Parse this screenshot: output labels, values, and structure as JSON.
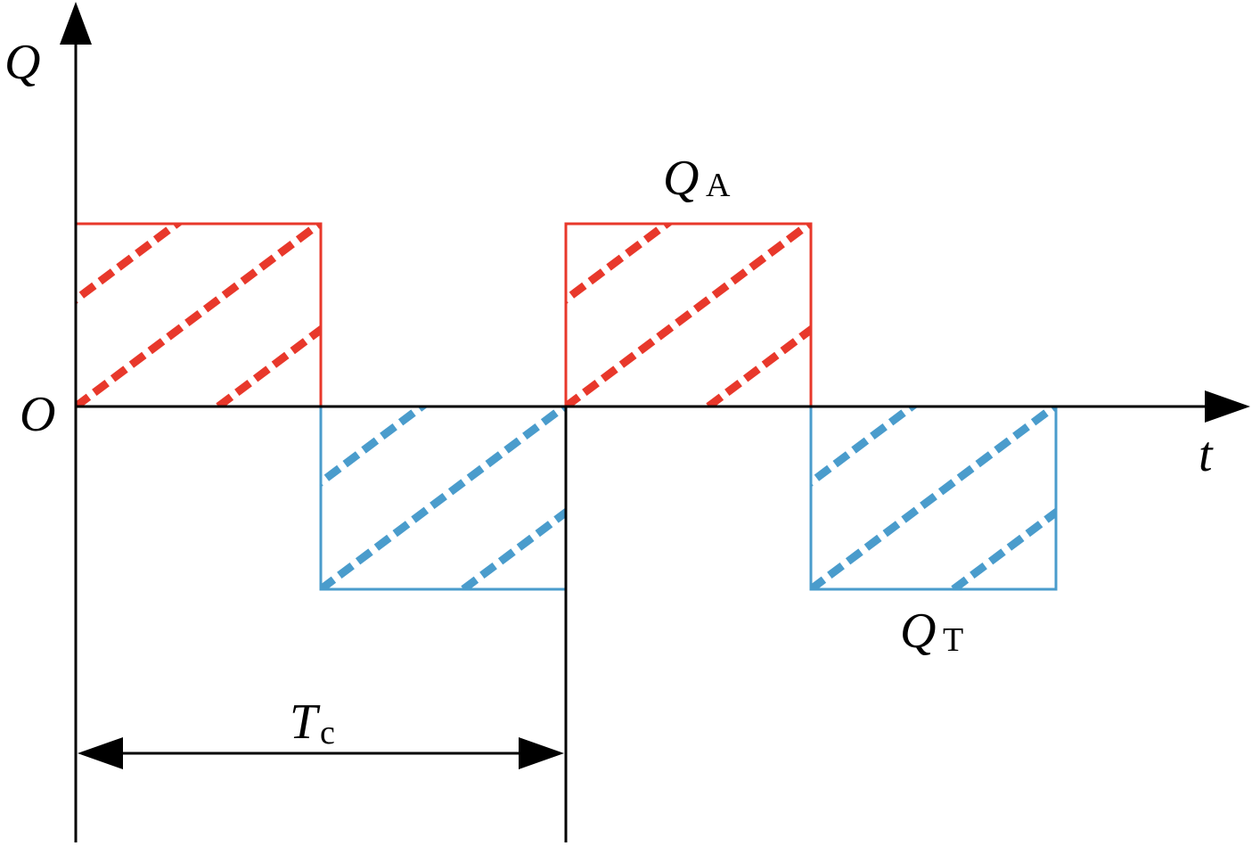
{
  "axes": {
    "y_label": "Q",
    "x_label": "t",
    "origin_label": "O"
  },
  "labels": {
    "qa_main": "Q",
    "qa_sub": "A",
    "qt_main": "Q",
    "qt_sub": "T",
    "tc_main": "T",
    "tc_sub": "c"
  },
  "colors": {
    "positive": "#e8382b",
    "negative": "#4a9ccc",
    "axis": "#000000"
  },
  "waveform": {
    "description_free": true,
    "segments": [
      {
        "name": "QA",
        "sign": "positive",
        "start": 0,
        "end": 1
      },
      {
        "name": "QT",
        "sign": "negative",
        "start": 1,
        "end": 2
      },
      {
        "name": "QA",
        "sign": "positive",
        "start": 2,
        "end": 3
      },
      {
        "name": "QT",
        "sign": "negative",
        "start": 3,
        "end": 4
      }
    ],
    "period_label_spans": [
      0,
      2
    ]
  }
}
